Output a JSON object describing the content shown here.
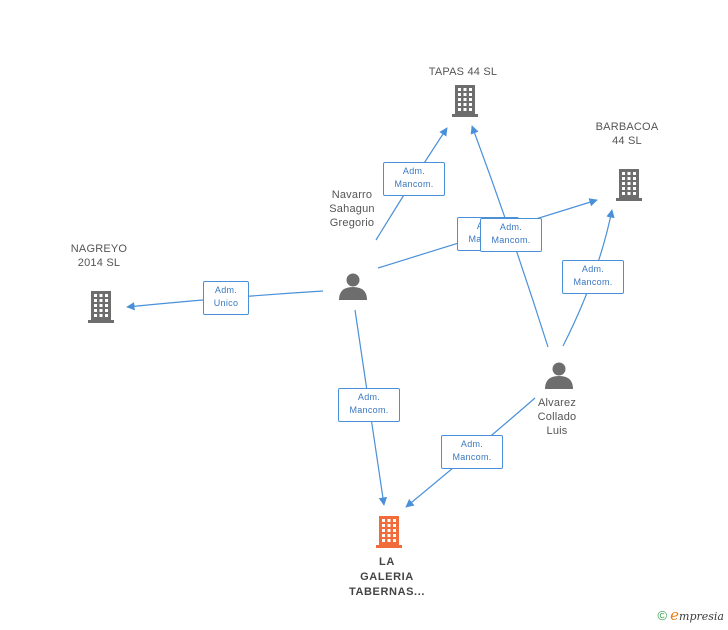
{
  "nodes": {
    "tapas": {
      "label": "TAPAS 44 SL",
      "type": "company"
    },
    "barbacoa": {
      "label": [
        "BARBACOA",
        "44 SL"
      ],
      "type": "company"
    },
    "nagreyo": {
      "label": [
        "NAGREYO",
        "2014 SL"
      ],
      "type": "company"
    },
    "navarro": {
      "label": [
        "Navarro",
        "Sahagun",
        "Gregorio"
      ],
      "type": "person"
    },
    "alvarez": {
      "label": [
        "Alvarez",
        "Collado",
        "Luis"
      ],
      "type": "person"
    },
    "galeria": {
      "label": [
        "LA",
        "GALERIA",
        "TABERNAS..."
      ],
      "type": "main-company"
    }
  },
  "edges": [
    {
      "from": "navarro",
      "to": "tapas",
      "label": [
        "Adm.",
        "Mancom."
      ]
    },
    {
      "from": "navarro",
      "to": "barbacoa",
      "label": [
        "Adm.",
        "Mancom."
      ]
    },
    {
      "from": "navarro",
      "to": "nagreyo",
      "label": [
        "Adm.",
        "Unico"
      ]
    },
    {
      "from": "navarro",
      "to": "galeria",
      "label": [
        "Adm.",
        "Mancom."
      ]
    },
    {
      "from": "alvarez",
      "to": "tapas",
      "label": [
        "Adm.",
        "Mancom."
      ]
    },
    {
      "from": "alvarez",
      "to": "barbacoa",
      "label": [
        "Adm.",
        "Mancom."
      ]
    },
    {
      "from": "alvarez",
      "to": "galeria",
      "label": [
        "Adm.",
        "Mancom."
      ]
    }
  ],
  "footer": {
    "copyright": "©",
    "brand_initial": "e",
    "brand_rest": "mpresia"
  },
  "colors": {
    "edge": "#4a90d9",
    "company_icon": "#6d6d6d",
    "person_icon": "#6d6d6d",
    "main_company_icon": "#f26b3a"
  }
}
